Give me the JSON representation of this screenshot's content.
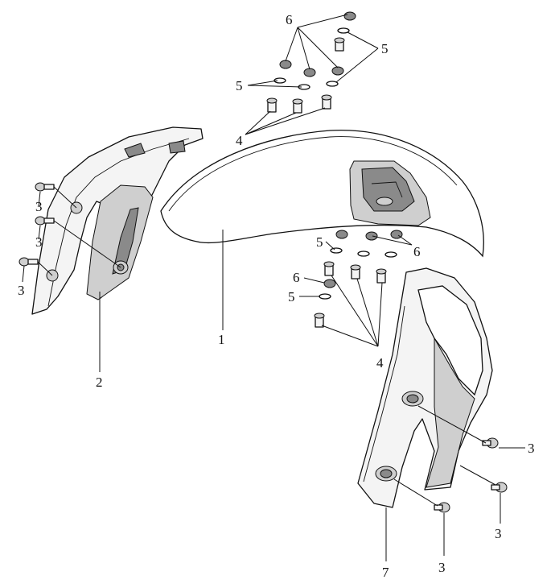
{
  "callouts": {
    "c6_top": "6",
    "c5_top_right": "5",
    "c5_top_left": "5",
    "c4_top": "4",
    "c3_a": "3",
    "c3_b": "3",
    "c3_c": "3",
    "c2": "2",
    "c1": "1",
    "c5_mid": "5",
    "c6_mid": "6",
    "c6_left": "6",
    "c5_left": "5",
    "c4_bottom": "4",
    "c3_d": "3",
    "c3_e": "3",
    "c3_f": "3",
    "c7": "7"
  }
}
